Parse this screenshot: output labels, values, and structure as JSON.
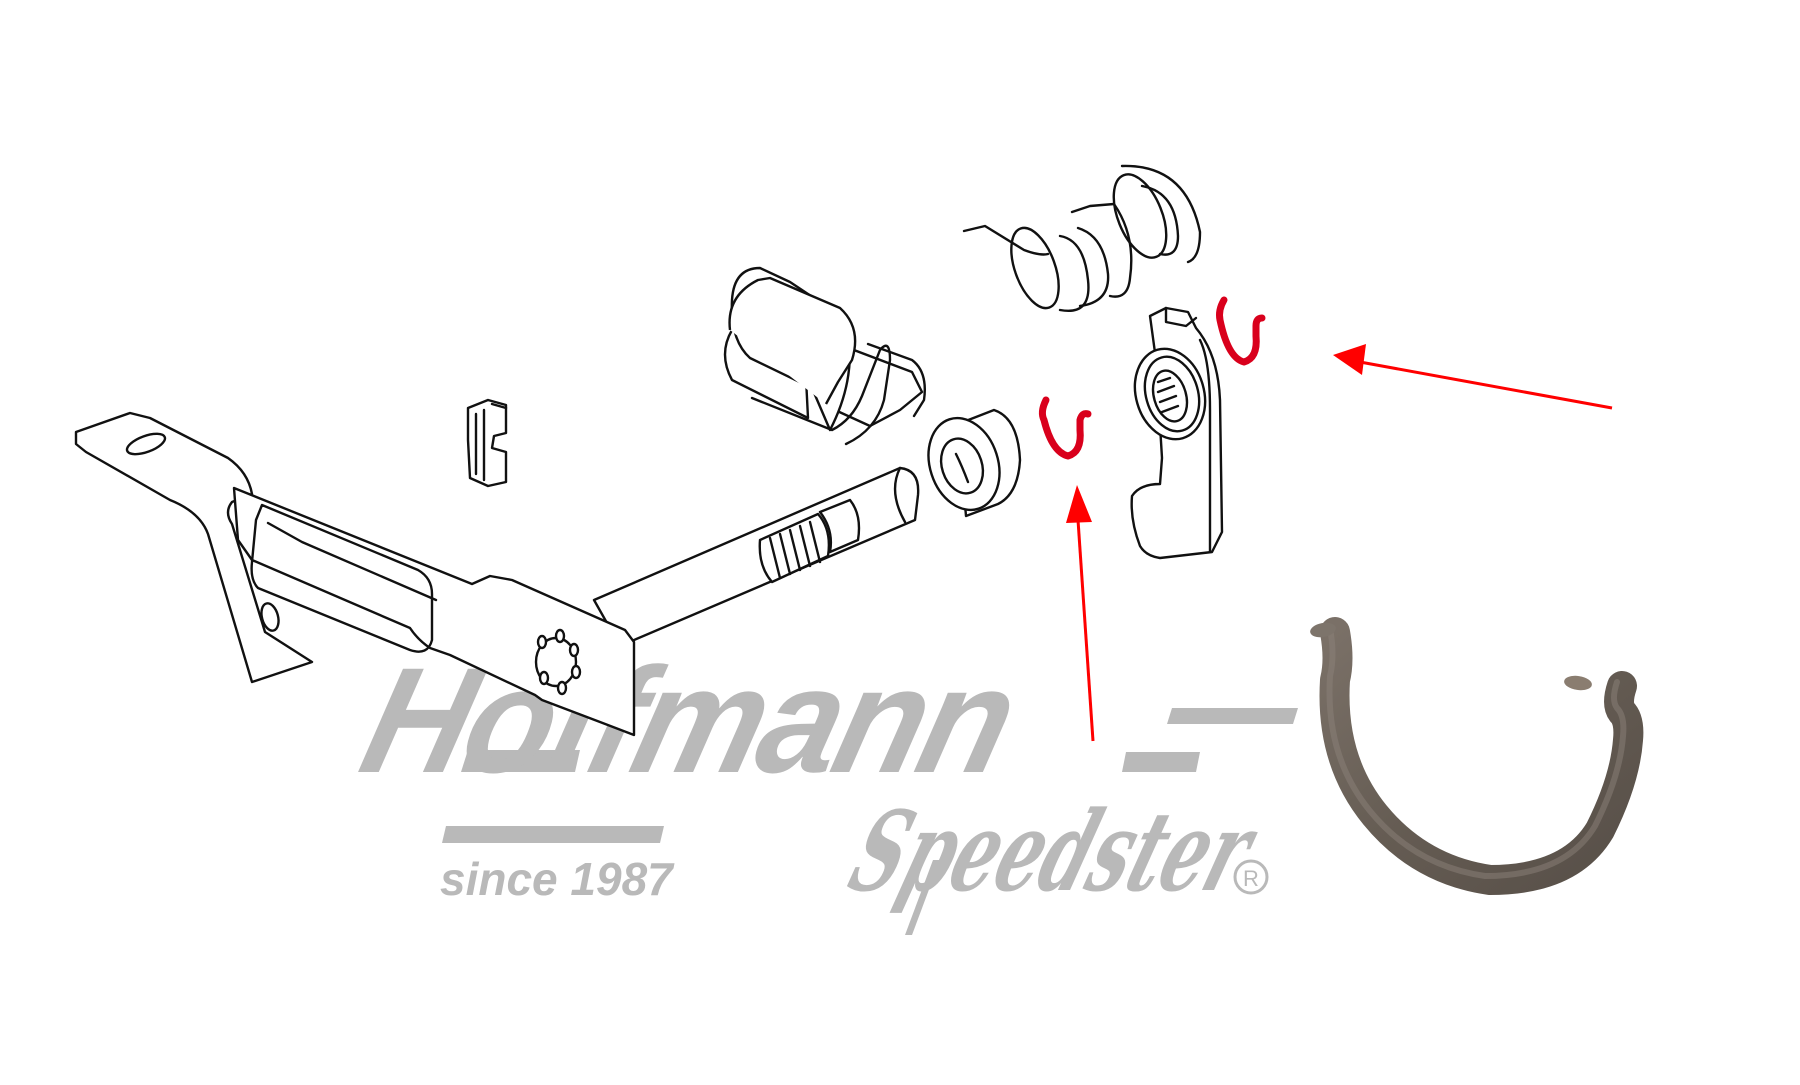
{
  "colors": {
    "background": "#ffffff",
    "line_art": "#111111",
    "highlight_clip": "#d9001c",
    "arrow": "#ff0000",
    "logo_gray": "#b9b9b9",
    "photo_clip_metal": "#6f665d"
  },
  "diagram": {
    "parts": [
      {
        "id": "pedal-arm",
        "label": "clutch pedal arm with shaft"
      },
      {
        "id": "small-clip",
        "label": "small retaining clip"
      },
      {
        "id": "bushing-sleeve",
        "label": "split bushing sleeve"
      },
      {
        "id": "spring",
        "label": "return spring"
      },
      {
        "id": "bearing",
        "label": "bushing / bearing"
      },
      {
        "id": "lever",
        "label": "splined lever"
      },
      {
        "id": "highlight-clip-1",
        "label": "retaining clip (highlighted)"
      },
      {
        "id": "highlight-clip-2",
        "label": "retaining clip (highlighted)"
      }
    ],
    "arrows": [
      {
        "points_to": "highlight-clip-1",
        "direction": "up"
      },
      {
        "points_to": "highlight-clip-2",
        "direction": "left"
      }
    ]
  },
  "logo": {
    "brand_line1": "Hoffmann",
    "brand_line2": "Speedster",
    "tagline": "since 1987",
    "registered_mark": "R"
  },
  "photo": {
    "subject": "retaining clip product photo"
  }
}
